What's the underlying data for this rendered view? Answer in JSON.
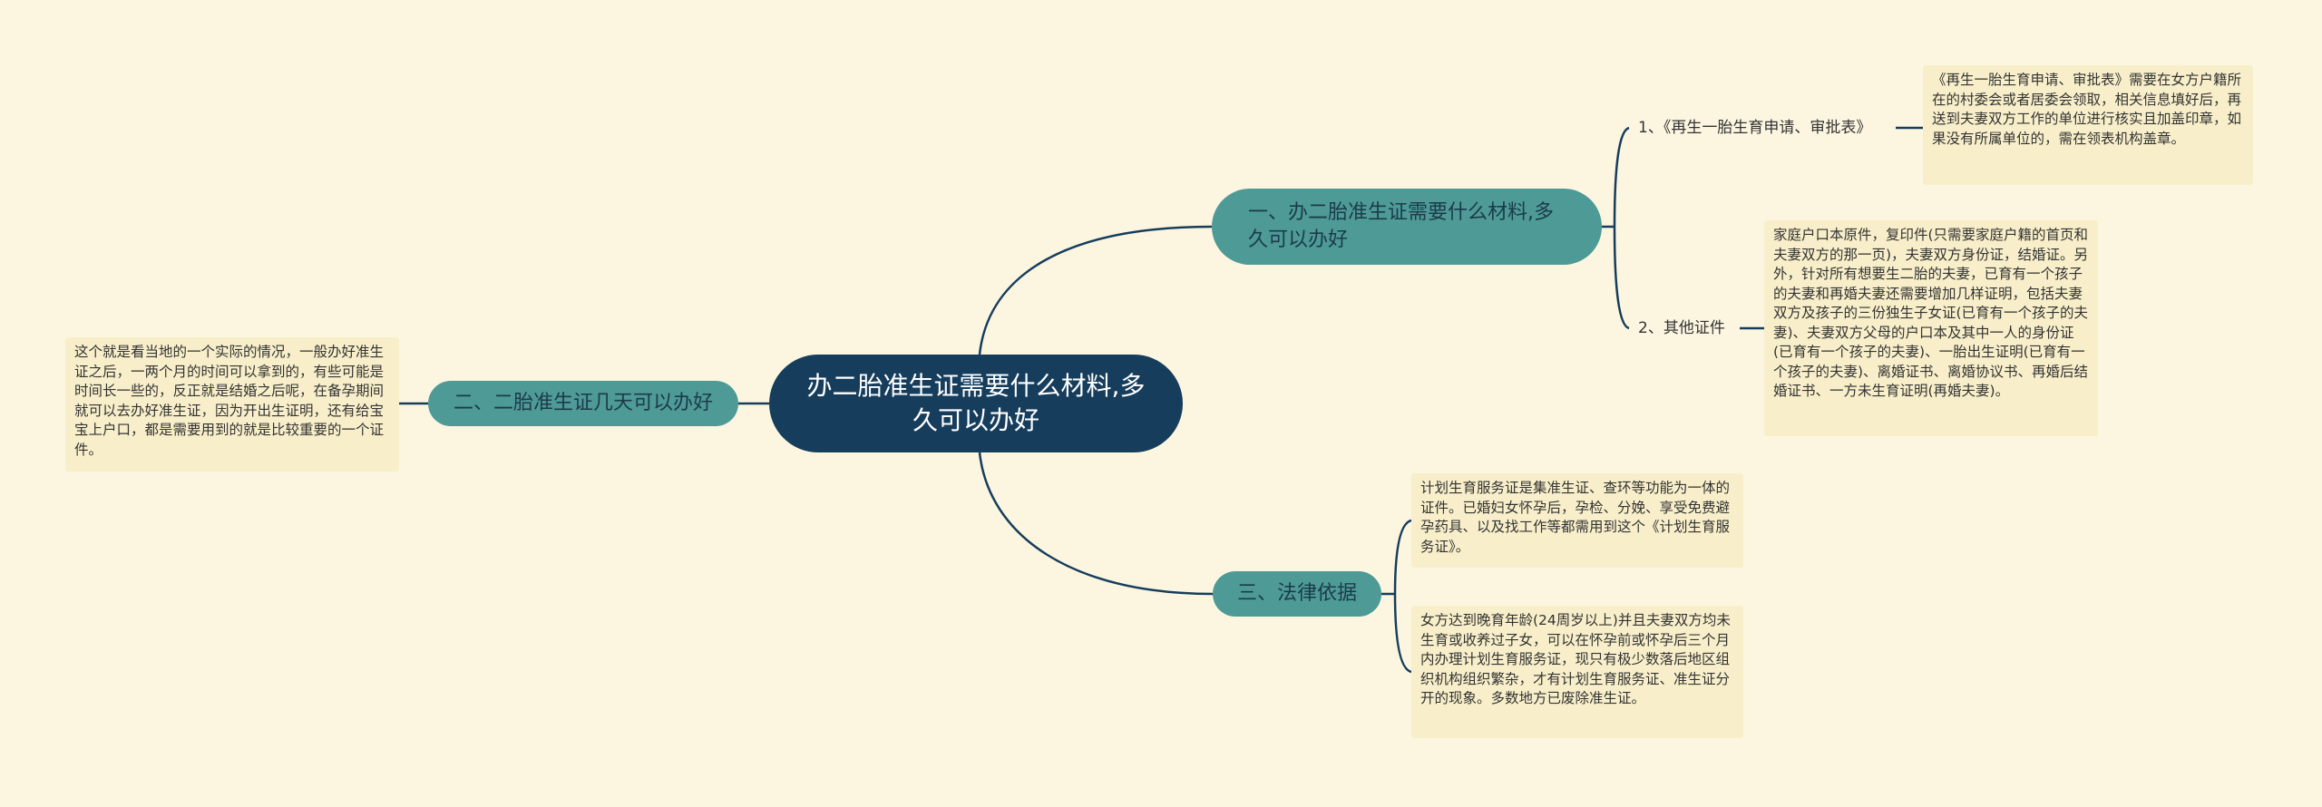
{
  "root": {
    "title": "办二胎准生证需要什么材料,多久可以办好"
  },
  "branches": {
    "materials": {
      "label": "一、办二胎准生证需要什么材料,多久可以办好",
      "items": [
        {
          "label": "1、《再生一胎生育申请、审批表》",
          "note": "《再生一胎生育申请、审批表》需要在女方户籍所在的村委会或者居委会领取，相关信息填好后，再送到夫妻双方工作的单位进行核实且加盖印章，如果没有所属单位的，需在领表机构盖章。"
        },
        {
          "label": "2、其他证件",
          "note": "家庭户口本原件，复印件(只需要家庭户籍的首页和夫妻双方的那一页)，夫妻双方身份证，结婚证。另外，针对所有想要生二胎的夫妻，已育有一个孩子的夫妻和再婚夫妻还需要增加几样证明，包括夫妻双方及孩子的三份独生子女证(已育有一个孩子的夫妻)、夫妻双方父母的户口本及其中一人的身份证(已育有一个孩子的夫妻)、一胎出生证明(已育有一个孩子的夫妻)、离婚证书、离婚协议书、再婚后结婚证书、一方未生育证明(再婚夫妻)。"
        }
      ]
    },
    "duration": {
      "label": "二、二胎准生证几天可以办好",
      "note": "这个就是看当地的一个实际的情况，一般办好准生证之后，一两个月的时间可以拿到的，有些可能是时间长一些的，反正就是结婚之后呢，在备孕期间就可以去办好准生证，因为开出生证明，还有给宝宝上户口，都是需要用到的就是比较重要的一个证件。"
    },
    "legal": {
      "label": "三、法律依据",
      "notes": [
        "计划生育服务证是集准生证、查环等功能为一体的证件。已婚妇女怀孕后，孕检、分娩、享受免费避孕药具、以及找工作等都需用到这个《计划生育服务证》。",
        "女方达到晚育年龄(24周岁以上)并且夫妻双方均未生育或收养过子女，可以在怀孕前或怀孕后三个月内办理计划生育服务证，现只有极少数落后地区组织机构组织繁杂，才有计划生育服务证、准生证分开的现象。多数地方已废除准生证。"
      ]
    }
  },
  "colors": {
    "background": "#fcf6e1",
    "root": "#163d5c",
    "branch": "#4e9a97",
    "note": "#f8efca",
    "line": "#163d5c"
  }
}
